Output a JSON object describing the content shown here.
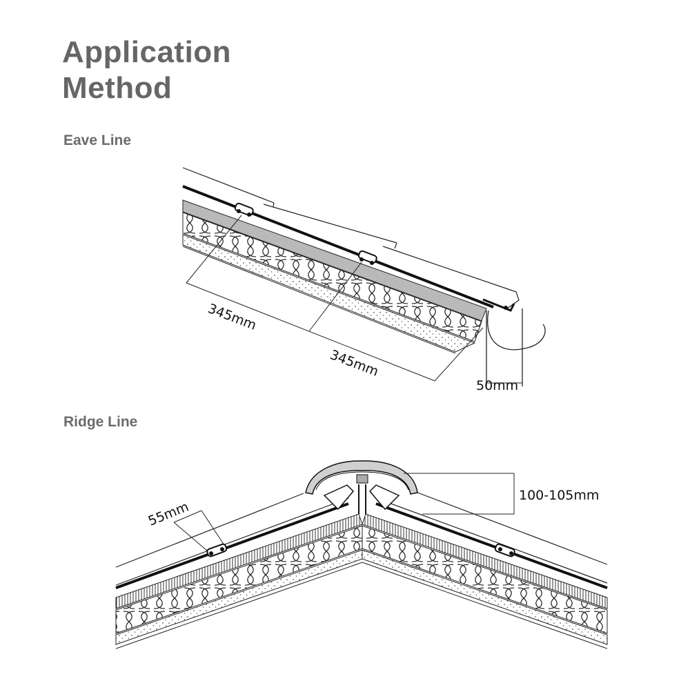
{
  "title_line1": "Application",
  "title_line2": "Method",
  "eave": {
    "heading": "Eave Line",
    "dim_spacing_1": "345mm",
    "dim_spacing_2": "345mm",
    "dim_overhang": "50mm"
  },
  "ridge": {
    "heading": "Ridge Line",
    "dim_clip_offset": "55mm",
    "dim_ridge_gap": "100-105mm"
  }
}
